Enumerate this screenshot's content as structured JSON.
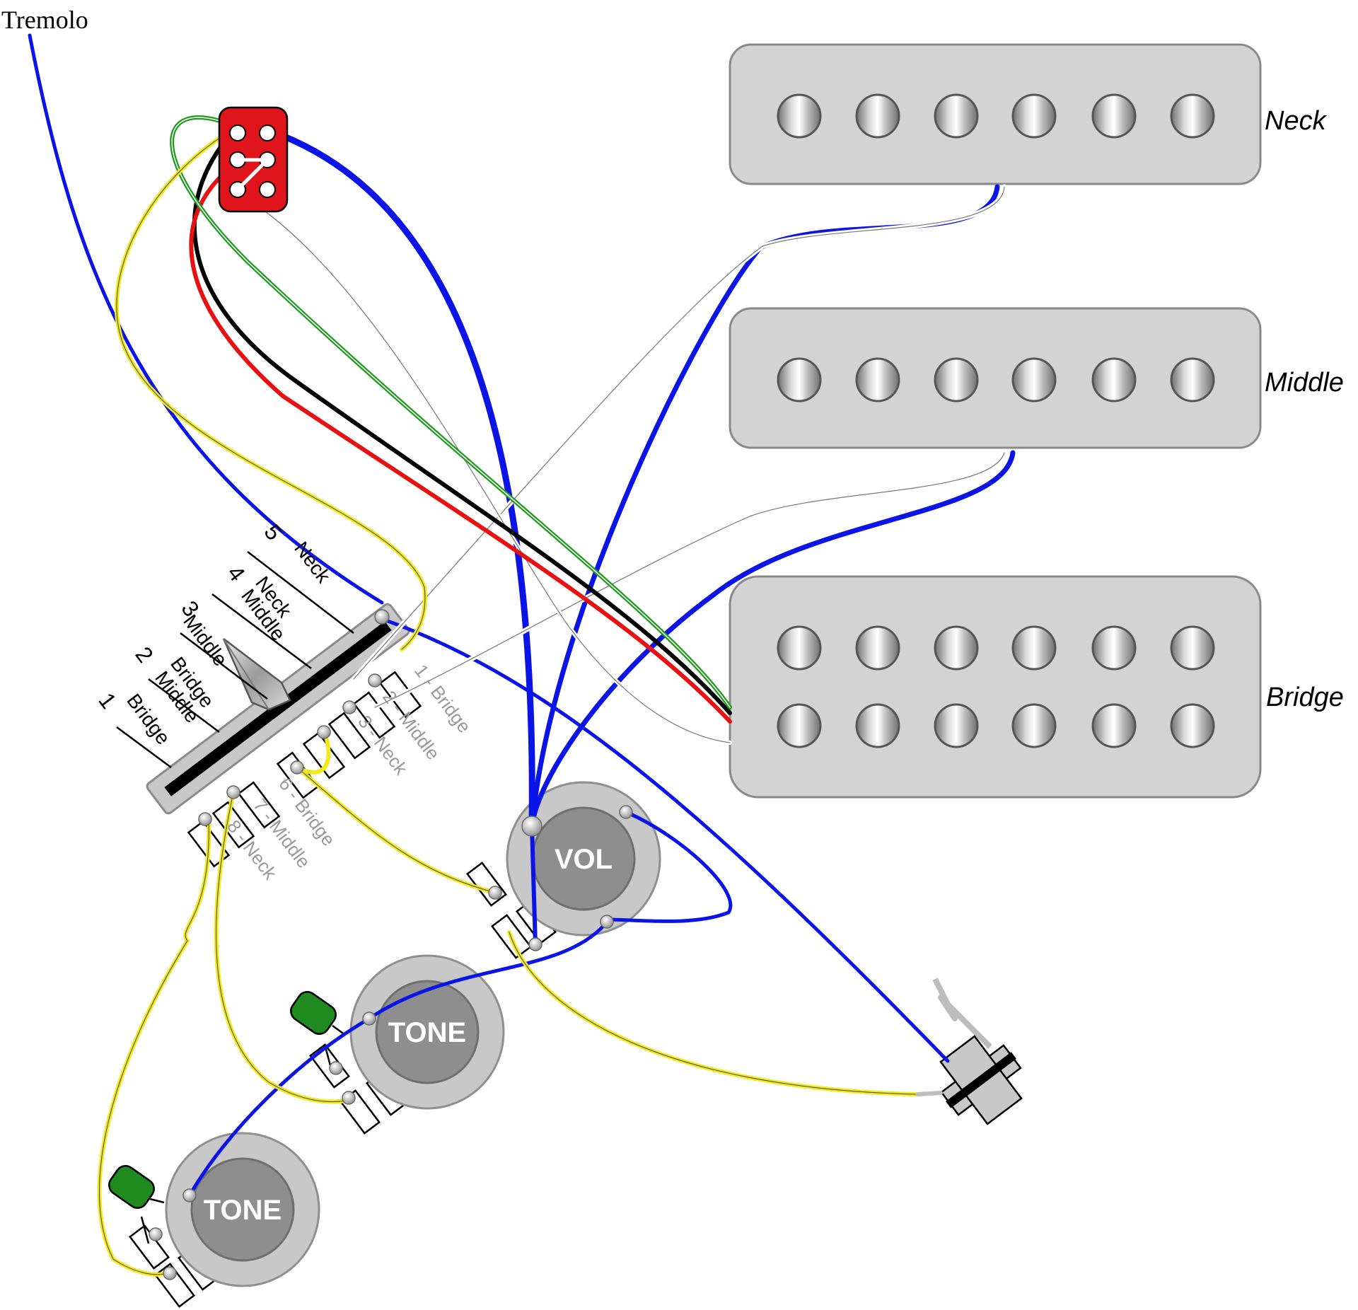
{
  "tremolo_label": "Tremolo",
  "pickups": {
    "neck_label": "Neck",
    "middle_label": "Middle",
    "bridge_label": "Bridge"
  },
  "switch_positions": {
    "p1_num": "1",
    "p1_a": "Bridge",
    "p2_num": "2",
    "p2_a": "Bridge",
    "p2_b": "Middle",
    "p3_num": "3",
    "p3_a": "Middle",
    "p4_num": "4",
    "p4_a": "Neck",
    "p4_b": "Middle",
    "p5_num": "5",
    "p5_a": "Neck"
  },
  "switch_lugs": {
    "l1": "1 - Bridge",
    "l2": "2 - Middle",
    "l3": "3 - Neck",
    "l6": "6 - Bridge",
    "l7": "7 - Middle",
    "l8": "8 - Neck"
  },
  "pots": {
    "vol": "VOL",
    "tone1": "TONE",
    "tone2": "TONE"
  },
  "colors": {
    "blue": "#0a14e6",
    "yellow": "#f2ea1a",
    "red": "#e81010",
    "green": "#1f9a1f",
    "black": "#000000",
    "pickup_fill": "#d3d3d3",
    "pot_fill": "#c8c8c8",
    "cap_green": "#1f8a1f",
    "connector_red": "#e0151c"
  }
}
